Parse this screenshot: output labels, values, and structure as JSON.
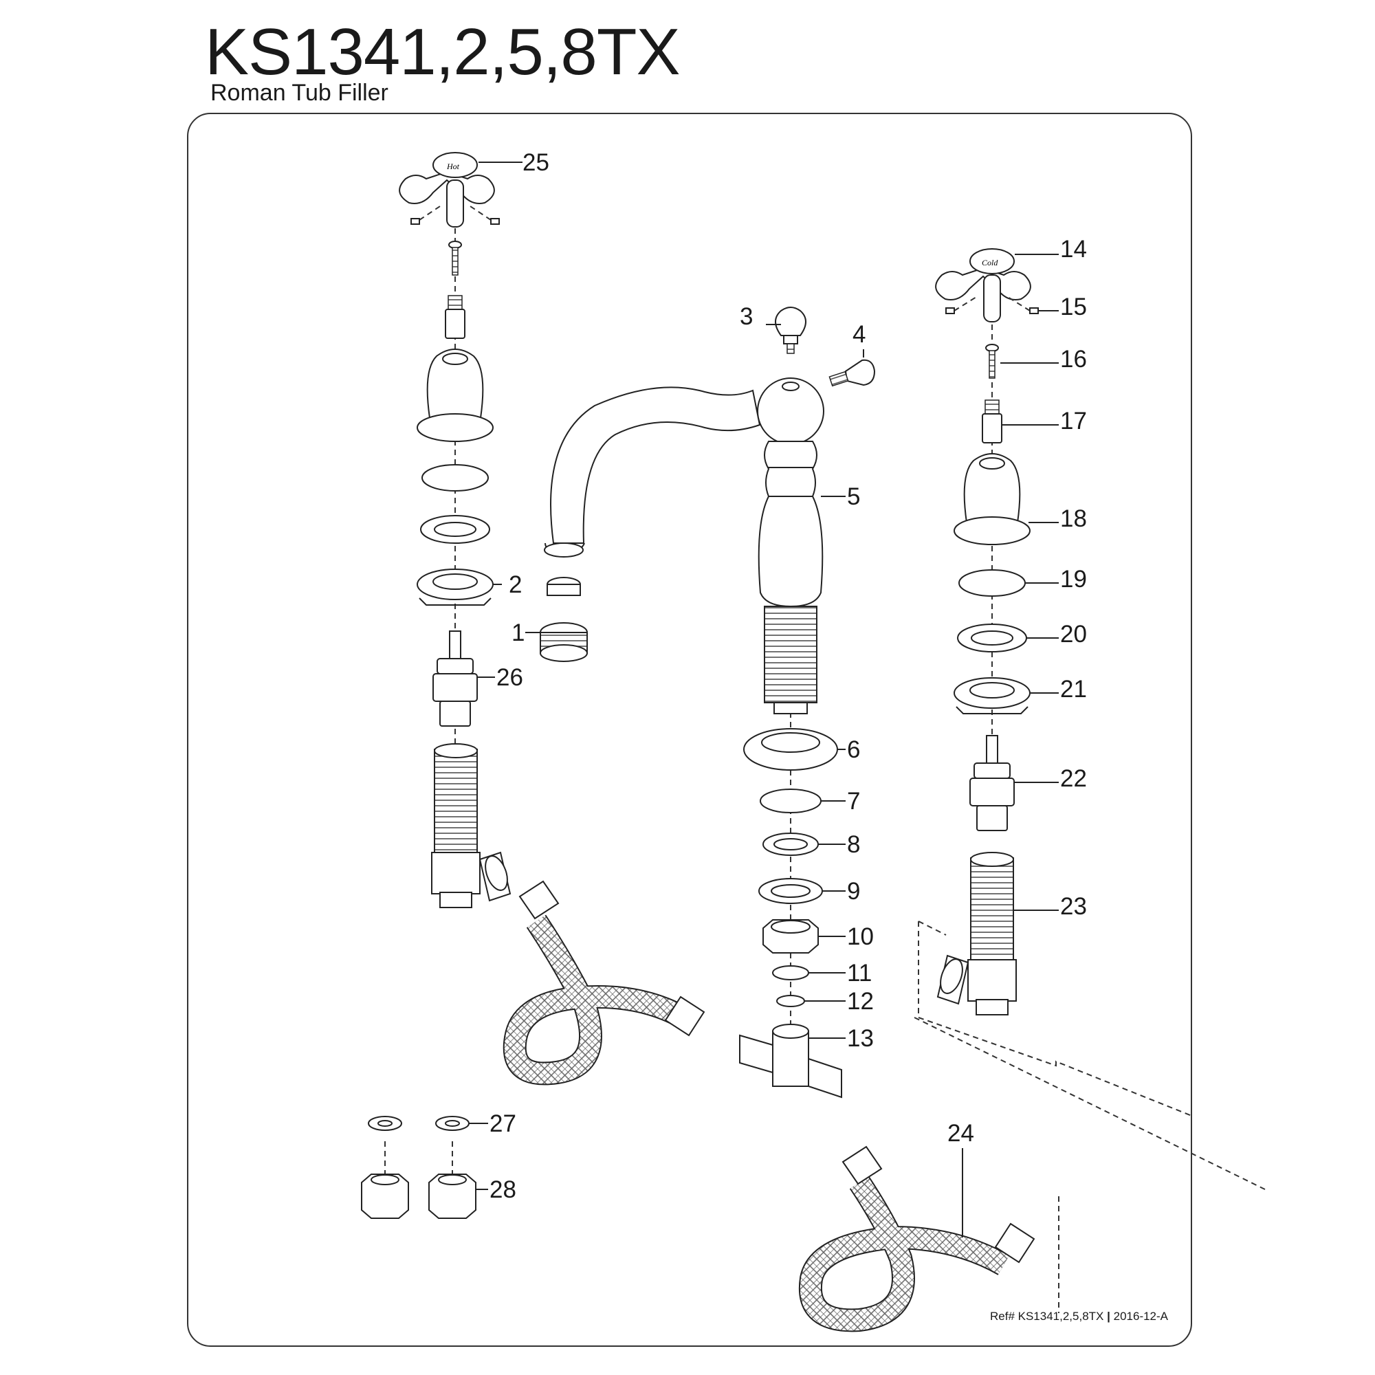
{
  "header": {
    "title": "KS1341,2,5,8TX",
    "subtitle": "Roman Tub Filler"
  },
  "handle_labels": {
    "hot": "Hot",
    "cold": "Cold"
  },
  "footer": {
    "ref_prefix": "Ref# KS1341,2,5,8TX",
    "separator": "|",
    "revision": "2016-12-A"
  },
  "parts": {
    "p1": "1",
    "p2": "2",
    "p3": "3",
    "p4": "4",
    "p5": "5",
    "p6": "6",
    "p7": "7",
    "p8": "8",
    "p9": "9",
    "p10": "10",
    "p11": "11",
    "p12": "12",
    "p13": "13",
    "p14": "14",
    "p15": "15",
    "p16": "16",
    "p17": "17",
    "p18": "18",
    "p19": "19",
    "p20": "20",
    "p21": "21",
    "p22": "22",
    "p23": "23",
    "p24": "24",
    "p25": "25",
    "p26": "26",
    "p27": "27",
    "p28": "28"
  },
  "colors": {
    "line": "#222222",
    "background": "#ffffff"
  }
}
